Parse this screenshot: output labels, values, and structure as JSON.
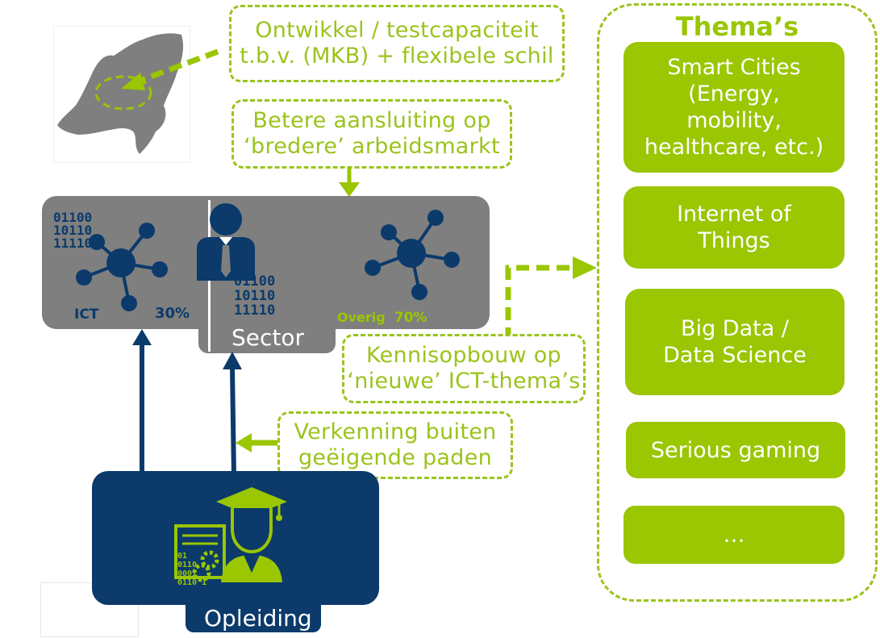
{
  "callouts": {
    "capacity": [
      "Ontwikkel / testcapaciteit",
      "t.b.v. (MKB) + flexibele schil"
    ],
    "labour": [
      "Betere aansluiting op",
      "‘bredere’ arbeidsmarkt"
    ],
    "knowledge": [
      "Kennisopbouw op",
      "‘nieuwe’ ICT-thema’s"
    ],
    "exploration": [
      "Verkenning buiten",
      "geëigende paden"
    ]
  },
  "sector": {
    "label": "Sector",
    "ict_label": "ICT",
    "ict_pct": "30%",
    "other_label": "Overig",
    "other_pct": "70%",
    "binary_left": [
      "01100",
      "10110",
      "11110"
    ],
    "binary_mid": [
      "01100",
      "10110",
      "11110"
    ]
  },
  "education": {
    "label": "Opleiding",
    "binary": [
      "01",
      "0110",
      "0001",
      "0110 1"
    ]
  },
  "themes": {
    "title": "Thema’s",
    "items": [
      [
        "Smart Cities",
        "(Energy,",
        "mobility,",
        "healthcare, etc.)"
      ],
      [
        "Internet of",
        "Things"
      ],
      [
        "Big Data /",
        "Data Science"
      ],
      [
        "Serious gaming"
      ],
      [
        "…"
      ]
    ]
  },
  "colors": {
    "green": "#9ac602",
    "navy": "#0b3a6b",
    "grey": "#7f7f7f"
  },
  "icons": [
    "netherlands-map-icon",
    "network-icon",
    "businessman-icon",
    "graduate-icon",
    "gears-icon",
    "certificate-icon"
  ]
}
